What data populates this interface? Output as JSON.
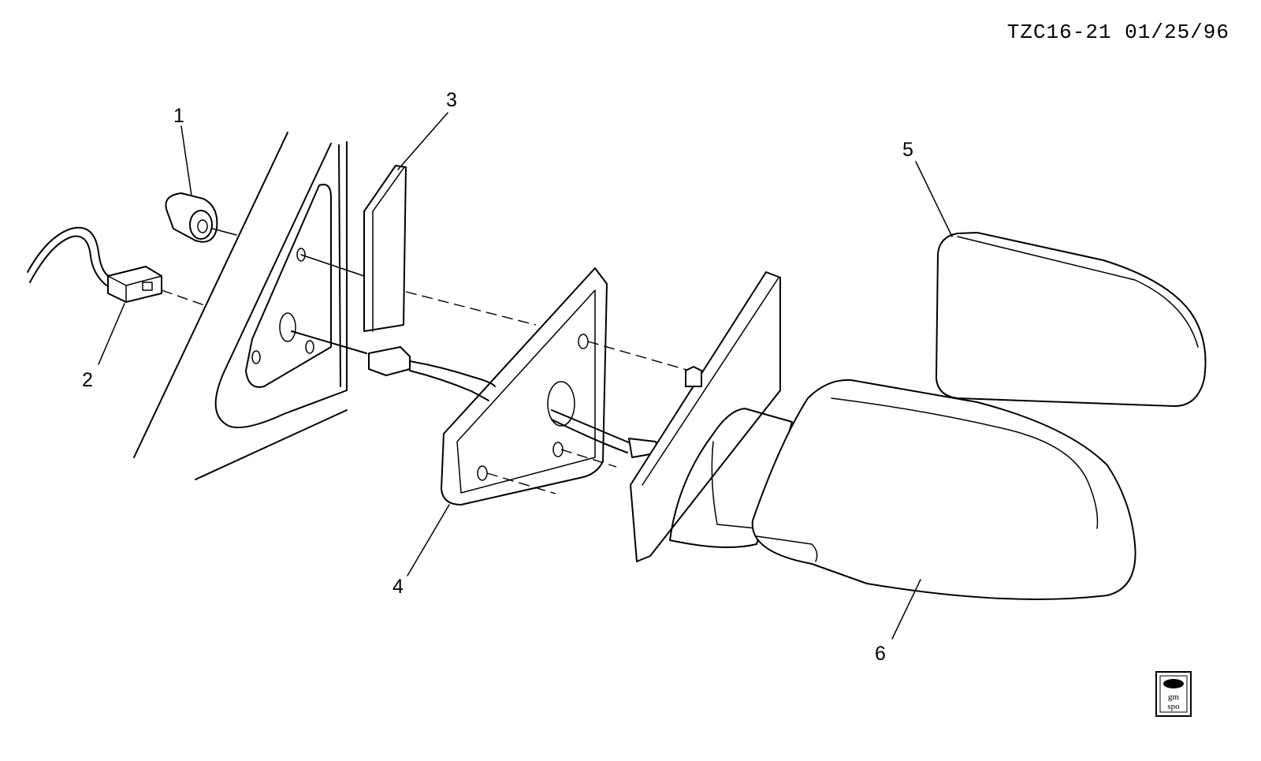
{
  "drawing_ref": "TZC16-21 01/25/96",
  "callouts": [
    {
      "id": "1",
      "label": "1"
    },
    {
      "id": "2",
      "label": "2"
    },
    {
      "id": "3",
      "label": "3"
    },
    {
      "id": "4",
      "label": "4"
    },
    {
      "id": "5",
      "label": "5"
    },
    {
      "id": "6",
      "label": "6"
    }
  ],
  "logo": {
    "line1": "gm",
    "line2": "spo"
  }
}
